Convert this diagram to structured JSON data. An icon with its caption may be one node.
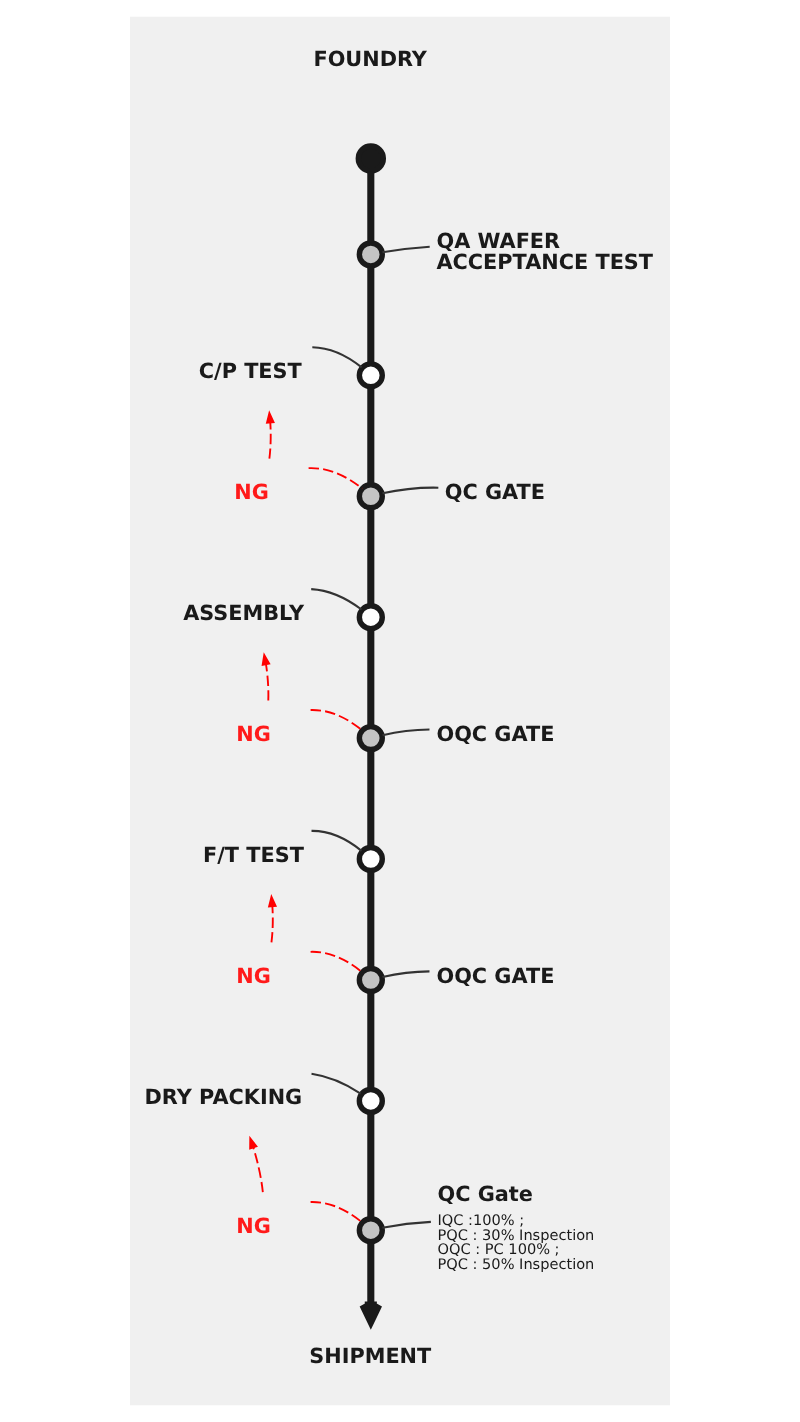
{
  "diagram": {
    "nodes": [
      {
        "text": [],
        "shape": "circle"
      },
      {
        "text": [],
        "shape": "circle"
      },
      {
        "text": [
          "QA WAFER ACCEPTANCE TEST"
        ]
      },
      {
        "text": [
          "C/P TEST"
        ]
      },
      {
        "text": [],
        "shape": "circle"
      },
      {
        "text": [
          "NG"
        ]
      },
      {
        "text": [],
        "shape": "circle"
      },
      {
        "text": [
          "QC GATE"
        ]
      },
      {
        "text": [
          "ASSEMBLY"
        ]
      },
      {
        "text": [],
        "shape": "circle"
      },
      {
        "text": [
          "NG"
        ]
      },
      {
        "text": [],
        "shape": "circle"
      },
      {
        "text": [
          "OQC GATE"
        ]
      },
      {
        "text": [
          "F/T TEST"
        ]
      },
      {
        "text": [],
        "shape": "circle"
      },
      {
        "text": [
          "NG"
        ]
      },
      {
        "text": [],
        "shape": "circle"
      },
      {
        "text": [
          "OQC GATE"
        ]
      },
      {
        "text": [
          "DRY PACKING"
        ]
      },
      {
        "text": [],
        "shape": "circle"
      },
      {
        "text": [
          "NG"
        ]
      },
      {
        "text": [],
        "shape": "circle"
      },
      {
        "text": [
          "QC Gate",
          "IQC :100% ;",
          "PQC : 30% Inspection",
          "OQC : PC 100% ;",
          "PQC : 50% Inspection"
        ]
      },
      {
        "text": [
          "SHIPMENT"
        ]
      }
    ],
    "edges": [
      {
        "from": 0,
        "to": 1,
        "arrow": "none",
        "style": "thick"
      },
      {
        "from": 2,
        "to": 1,
        "arrow": "none"
      },
      {
        "from": 1,
        "to": 4,
        "arrow": "none",
        "style": "thick"
      },
      {
        "from": 3,
        "to": 4,
        "arrow": "none"
      },
      {
        "from": 5,
        "to": 3,
        "arrow": "to",
        "style": "dashed",
        "color": "#ff0000"
      },
      {
        "from": 4,
        "to": 6,
        "arrow": "none",
        "style": "thick"
      },
      {
        "from": 5,
        "to": 6,
        "arrow": "none",
        "style": "dashed",
        "color": "#ff0000"
      },
      {
        "from": 7,
        "to": 6,
        "arrow": "none"
      },
      {
        "from": 6,
        "to": 9,
        "arrow": "none",
        "style": "thick"
      },
      {
        "from": 8,
        "to": 9,
        "arrow": "none"
      },
      {
        "from": 10,
        "to": 8,
        "arrow": "to",
        "style": "dashed",
        "color": "#ff0000"
      },
      {
        "from": 9,
        "to": 11,
        "arrow": "none",
        "style": "thick"
      },
      {
        "from": 10,
        "to": 11,
        "arrow": "none",
        "style": "dashed",
        "color": "#ff0000"
      },
      {
        "from": 12,
        "to": 11,
        "arrow": "none"
      },
      {
        "from": 11,
        "to": 14,
        "arrow": "none",
        "style": "thick"
      },
      {
        "from": 13,
        "to": 14,
        "arrow": "none"
      },
      {
        "from": 15,
        "to": 13,
        "arrow": "to",
        "style": "dashed",
        "color": "#ff0000"
      },
      {
        "from": 14,
        "to": 16,
        "arrow": "none",
        "style": "thick"
      },
      {
        "from": 15,
        "to": 16,
        "arrow": "none",
        "style": "dashed",
        "color": "#ff0000"
      },
      {
        "from": 17,
        "to": 16,
        "arrow": "none"
      },
      {
        "from": 16,
        "to": 19,
        "arrow": "none",
        "style": "thick"
      },
      {
        "from": 18,
        "to": 19,
        "arrow": "none"
      },
      {
        "from": 20,
        "to": 18,
        "arrow": "to",
        "style": "dashed",
        "color": "#ff0000"
      },
      {
        "from": 19,
        "to": 21,
        "arrow": "none",
        "style": "thick"
      },
      {
        "from": 20,
        "to": 21,
        "arrow": "none",
        "style": "dashed",
        "color": "#ff0000"
      },
      {
        "from": 22,
        "to": 21,
        "arrow": "none"
      },
      {
        "from": 21,
        "to": 23,
        "arrow": "to",
        "style": "thick"
      }
    ],
    "labels": [
      "FOUNDRY"
    ]
  }
}
